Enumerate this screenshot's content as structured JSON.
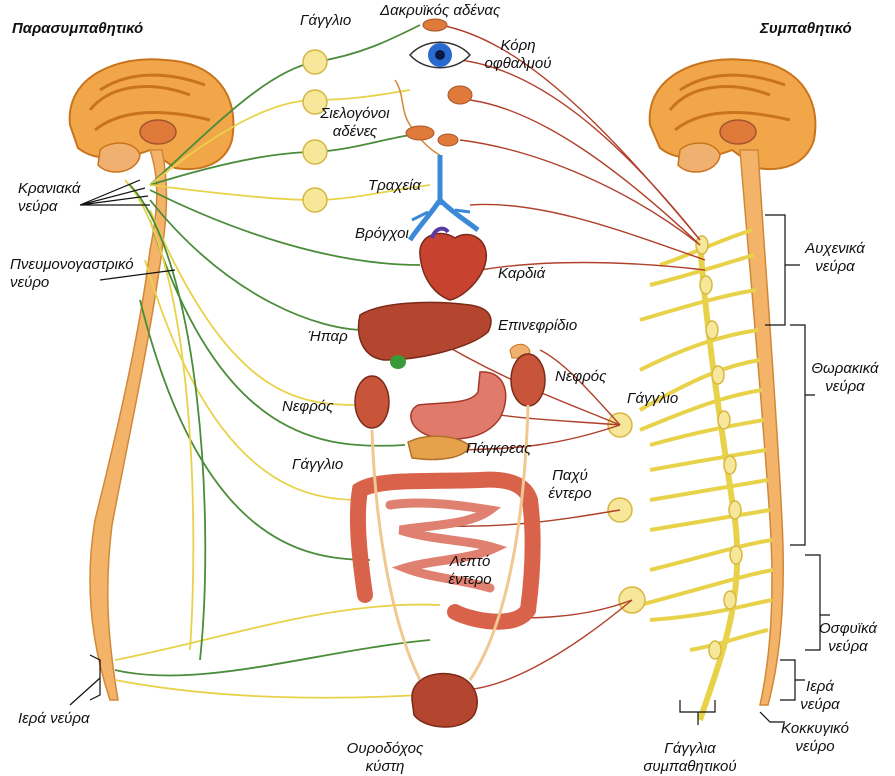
{
  "titles": {
    "left": "Παρασυμπαθητικό",
    "right": "Συμπαθητικό"
  },
  "labels": {
    "ganglion_top": "Γάγγλιο",
    "lacrimal": "Δακρυϊκός αδένας",
    "pupil_1": "Κόρη",
    "pupil_2": "οφθαλμού",
    "salivary_1": "Σιελογόνοι",
    "salivary_2": "αδένες",
    "trachea": "Τραχεία",
    "bronchi": "Βρόγχοι",
    "heart": "Καρδιά",
    "liver": "Ήπαρ",
    "adrenal": "Επινεφρίδιο",
    "kidney_left": "Νεφρός",
    "kidney_right": "Νεφρός",
    "ganglion_right": "Γάγγλιο",
    "pancreas": "Πάγκρεας",
    "ganglion_mid": "Γάγγλιο",
    "large_int_1": "Παχύ",
    "large_int_2": "έντερο",
    "small_int_1": "Λεπτό",
    "small_int_2": "έντερο",
    "bladder_1": "Ουροδόχος",
    "bladder_2": "κύστη",
    "cranial_1": "Κρανιακά",
    "cranial_2": "νεύρα",
    "vagus_1": "Πνευμονογαστρικό",
    "vagus_2": "νεύρο",
    "sacral_left": "Ιερά νεύρα",
    "cervical_1": "Αυχενικά",
    "cervical_2": "νεύρα",
    "thoracic_1": "Θωρακικά",
    "thoracic_2": "νεύρα",
    "lumbar_1": "Οσφυϊκά",
    "lumbar_2": "νεύρα",
    "sacral_r1": "Ιερά",
    "sacral_r2": "νεύρα",
    "coccygeal_1": "Κοκκυγικό",
    "coccygeal_2": "νεύρο",
    "symp_gang_1": "Γάγγλια",
    "symp_gang_2": "συμπαθητικού"
  },
  "colors": {
    "brain": "#f2a64a",
    "brain_dark": "#c9741c",
    "cord": "#f3b46a",
    "organ": "#d9624a",
    "organ_dark": "#a5382a",
    "liver": "#b4452f",
    "nerve_green": "#4a8c3a",
    "nerve_yellow": "#e8d24a",
    "nerve_red": "#b0402a",
    "ganglion": "#f6e79a",
    "trachea": "#3a8ad8",
    "eye": "#2a6ad0"
  }
}
